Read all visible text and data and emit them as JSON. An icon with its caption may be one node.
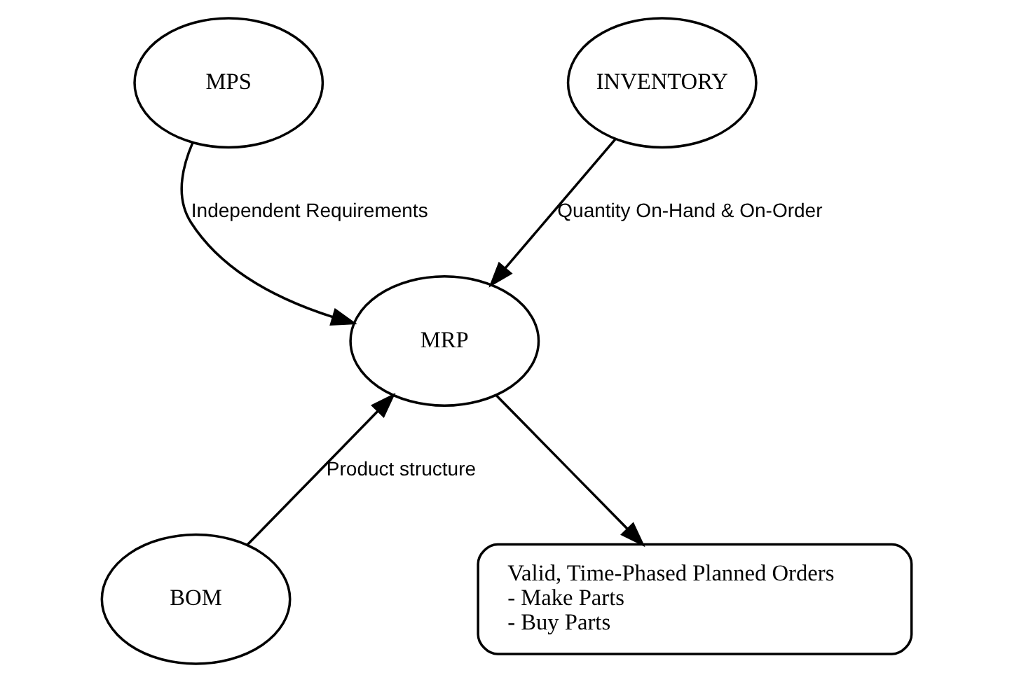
{
  "diagram": {
    "nodes": [
      {
        "text": [
          "MPS"
        ]
      },
      {
        "text": [
          "INVENTORY"
        ]
      },
      {
        "text": [
          "MRP"
        ]
      },
      {
        "text": [
          "BOM"
        ]
      },
      {
        "text": [
          "Valid, Time-Phased Planned Orders",
          "- Make Parts",
          "- Buy Parts"
        ]
      }
    ],
    "edges": [
      {
        "from": 0,
        "to": 2,
        "arrow": "to",
        "label": "Independent Requirements"
      },
      {
        "from": 1,
        "to": 2,
        "arrow": "to",
        "label": "Quantity On-Hand & On-Order"
      },
      {
        "from": 3,
        "to": 2,
        "arrow": "to",
        "label": "Product structure"
      },
      {
        "from": 2,
        "to": 4,
        "arrow": "to"
      }
    ]
  }
}
